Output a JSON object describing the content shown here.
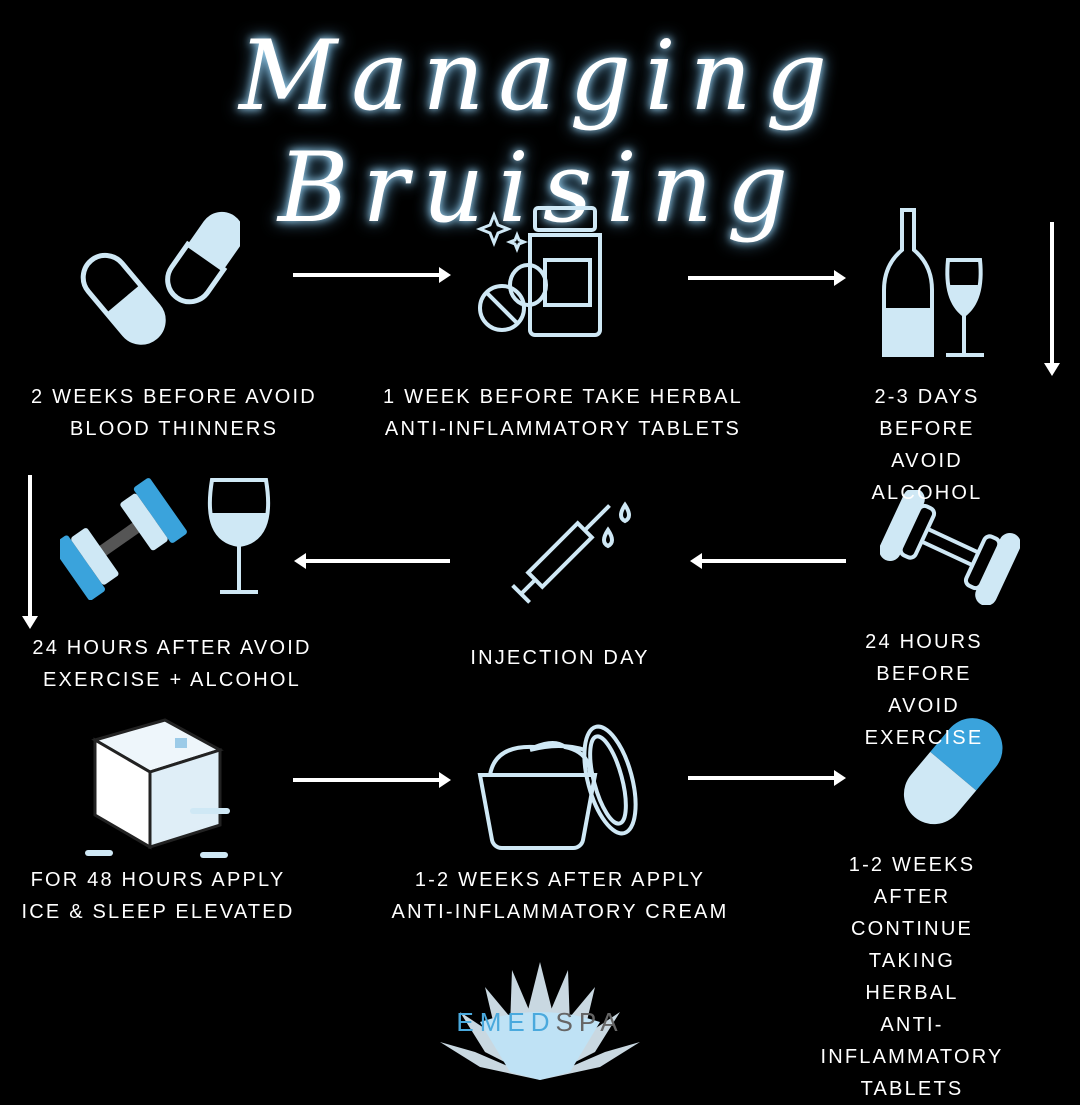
{
  "title": "Managing Bruising",
  "steps": [
    {
      "label": "2 weeks before avoid\nblood thinners",
      "icon": "capsules-icon"
    },
    {
      "label": "1 week before take herbal\nanti-inflammatory tablets",
      "icon": "pill-bottle-icon"
    },
    {
      "label": "2-3 days before\navoid alcohol",
      "icon": "wine-bottle-glass-icon"
    },
    {
      "label": "24 hours before\navoid exercise",
      "icon": "dumbbell-icon"
    },
    {
      "label": "Injection day",
      "icon": "syringe-icon"
    },
    {
      "label": "24 hours after avoid\nexercise + alcohol",
      "icon": "dumbbell-wine-icon"
    },
    {
      "label": "For 48 hours apply\nice & sleep elevated",
      "icon": "ice-cube-icon"
    },
    {
      "label": "1-2 weeks after apply\nanti-inflammatory cream",
      "icon": "cream-jar-icon"
    },
    {
      "label": "1-2 weeks after\ncontinue taking herbal\nanti-inflammatory\ntablets",
      "icon": "capsule-icon"
    }
  ],
  "logo": {
    "part1": "EMED",
    "part2": "SPA"
  },
  "colors": {
    "light_blue": "#cfe8f5",
    "blue": "#3aa3dc",
    "background": "#000000"
  }
}
